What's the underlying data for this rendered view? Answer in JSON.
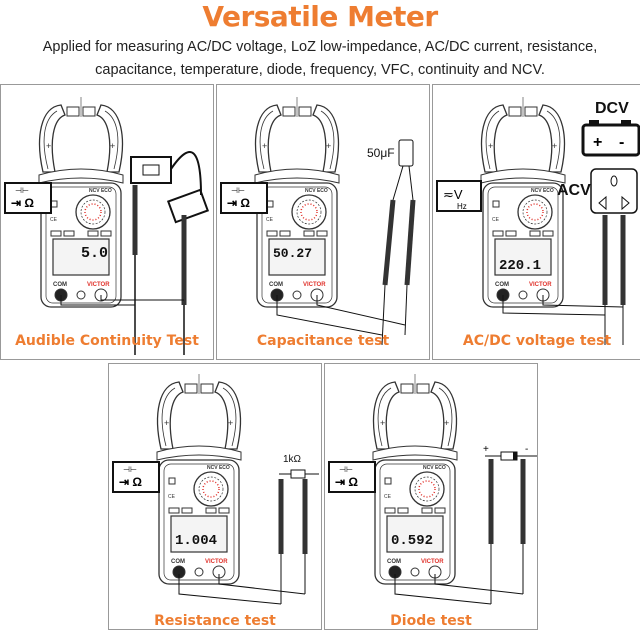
{
  "header": {
    "title": "Versatile Meter",
    "subtitle": "Applied for measuring AC/DC voltage, LoZ low-impedance, AC/DC current, resistance, capacitance, temperature, diode, frequency, VFC, continuity and NCV."
  },
  "meter": {
    "brand": "VICTOR",
    "com_label": "COM",
    "model": "NCV ECO"
  },
  "panels": [
    {
      "label": "Audible Continuity Test",
      "display": "5.0",
      "callout": "continuity-diode-ohm"
    },
    {
      "label": "Capacitance test",
      "display": "50.27",
      "callout": "capacitance-diode-ohm",
      "component": "50μF"
    },
    {
      "label": "AC/DC voltage test",
      "display": "220.1",
      "callout": "voltage-hz",
      "dc_label": "DCV",
      "ac_label": "ACV",
      "callout_text": "≂V",
      "callout_sub": "Hz"
    },
    {
      "label": "Resistance test",
      "display": "1.004",
      "callout": "continuity-diode-ohm",
      "component": "1kΩ"
    },
    {
      "label": "Diode test",
      "display": "0.592",
      "callout": "continuity-diode-ohm"
    }
  ],
  "colors": {
    "accent": "#ee7d31",
    "brand_red": "#e0322b"
  }
}
